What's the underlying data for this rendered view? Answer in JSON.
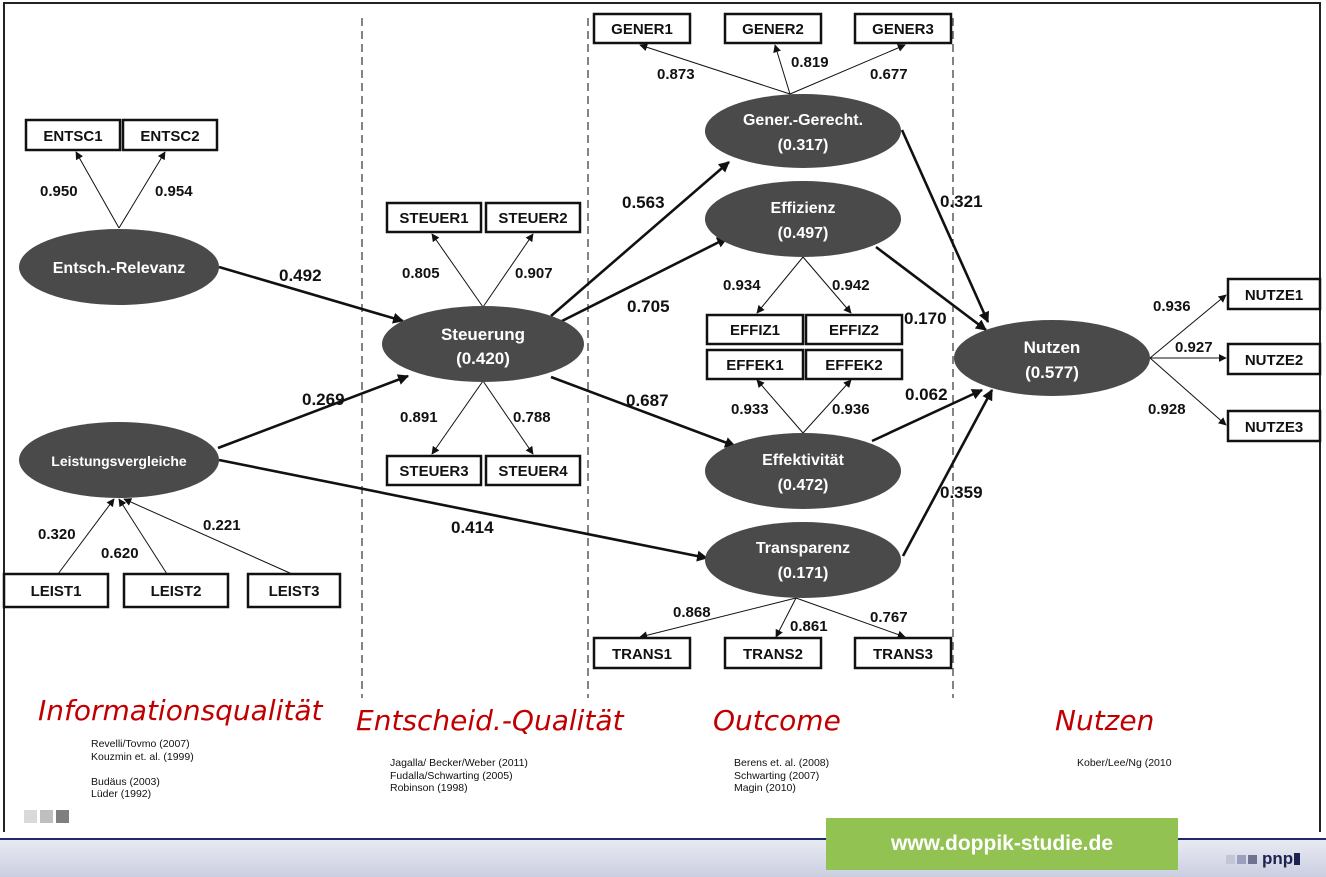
{
  "constructs": {
    "entsch": {
      "label": "Entsch.-Relevanz",
      "value": ""
    },
    "leist": {
      "label": "Leistungsvergleiche",
      "value": ""
    },
    "steuer": {
      "label": "Steuerung",
      "value": "(0.420)"
    },
    "gener": {
      "label": "Gener.-Gerecht.",
      "value": "(0.317)"
    },
    "effiz": {
      "label": "Effizienz",
      "value": "(0.497)"
    },
    "effek": {
      "label": "Effektivität",
      "value": "(0.472)"
    },
    "trans": {
      "label": "Transparenz",
      "value": "(0.171)"
    },
    "nutzen": {
      "label": "Nutzen",
      "value": "(0.577)"
    }
  },
  "indicators": {
    "entsc1": "ENTSC1",
    "entsc2": "ENTSC2",
    "leist1": "LEIST1",
    "leist2": "LEIST2",
    "leist3": "LEIST3",
    "steuer1": "STEUER1",
    "steuer2": "STEUER2",
    "steuer3": "STEUER3",
    "steuer4": "STEUER4",
    "gener1": "GENER1",
    "gener2": "GENER2",
    "gener3": "GENER3",
    "effiz1": "EFFIZ1",
    "effiz2": "EFFIZ2",
    "effek1": "EFFEK1",
    "effek2": "EFFEK2",
    "trans1": "TRANS1",
    "trans2": "TRANS2",
    "trans3": "TRANS3",
    "nutze1": "NUTZE1",
    "nutze2": "NUTZE2",
    "nutze3": "NUTZE3"
  },
  "loadings": {
    "entsc1": "0.950",
    "entsc2": "0.954",
    "leist1": "0.320",
    "leist2": "0.620",
    "leist3": "0.221",
    "steuer1": "0.805",
    "steuer2": "0.907",
    "steuer3": "0.891",
    "steuer4": "0.788",
    "gener1": "0.873",
    "gener2": "0.819",
    "gener3": "0.677",
    "effiz1": "0.934",
    "effiz2": "0.942",
    "effek1": "0.933",
    "effek2": "0.936",
    "trans1": "0.868",
    "trans2": "0.861",
    "trans3": "0.767",
    "nutze1": "0.936",
    "nutze2": "0.927",
    "nutze3": "0.928"
  },
  "paths": {
    "entsch_steuer": "0.492",
    "leist_steuer": "0.269",
    "leist_trans": "0.414",
    "steuer_gener": "0.563",
    "steuer_effiz": "0.705",
    "steuer_effek": "0.687",
    "gener_nutzen": "0.321",
    "effiz_nutzen": "0.170",
    "effek_nutzen": "0.062",
    "trans_nutzen": "0.359"
  },
  "sections": [
    {
      "title": "Informationsqualität",
      "refs": [
        "Revelli/Tovmo  (2007)",
        "Kouzmin et. al. (1999)",
        "",
        "Budäus (2003)",
        "Lüder  (1992)"
      ]
    },
    {
      "title": "Entscheid.-Qualität",
      "refs": [
        "Jagalla/ Becker/Weber (2011)",
        "Fudalla/Schwarting (2005)",
        "Robinson (1998)"
      ]
    },
    {
      "title": "Outcome",
      "refs": [
        "Berens et. al. (2008)",
        "Schwarting (2007)",
        "Magin (2010)"
      ]
    },
    {
      "title": "Nutzen",
      "refs": [
        "Kober/Lee/Ng (2010"
      ]
    }
  ],
  "footer": {
    "website": "www.doppik-studie.de",
    "logo": "pnp"
  },
  "colors": {
    "construct": "#4a4a4a",
    "title": "#c00000",
    "banner": "#92c352",
    "bar_border": "#1f2a6e"
  }
}
